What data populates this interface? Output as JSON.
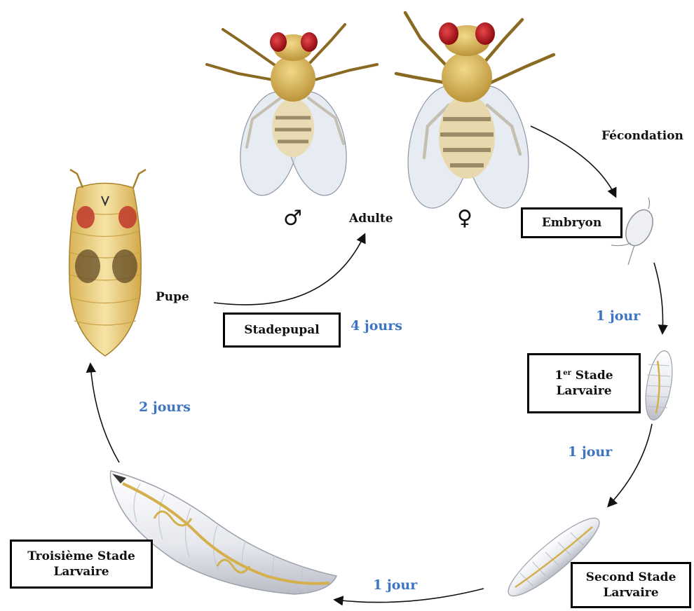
{
  "labels": {
    "fecondation": "Fécondation",
    "adulte": "Adulte",
    "pupe": "Pupe",
    "male_symbol": "♂",
    "female_symbol": "♀"
  },
  "boxes": {
    "embryon": "Embryon",
    "stade1_ordinal": "1",
    "stade1_sup": "er",
    "stade1_line1_rest": " Stade",
    "stade1_line2": "Larvaire",
    "stade2_line1": "Second Stade",
    "stade2_line2": "Larvaire",
    "stade3_line1": "Troisième Stade",
    "stade3_line2": "Larvaire",
    "pupal": "Stadepupal"
  },
  "durations": {
    "embryo_to_l1": "1 jour",
    "l1_to_l2": "1 jour",
    "l2_to_l3": "1 jour",
    "l3_to_pupa": "2 jours",
    "pupa_to_adult": "4 jours"
  },
  "colors": {
    "duration_text": "#3d74c4",
    "fly_body": "#d6b458",
    "fly_eye": "#c0141a",
    "larva": "#e9ebf0"
  }
}
